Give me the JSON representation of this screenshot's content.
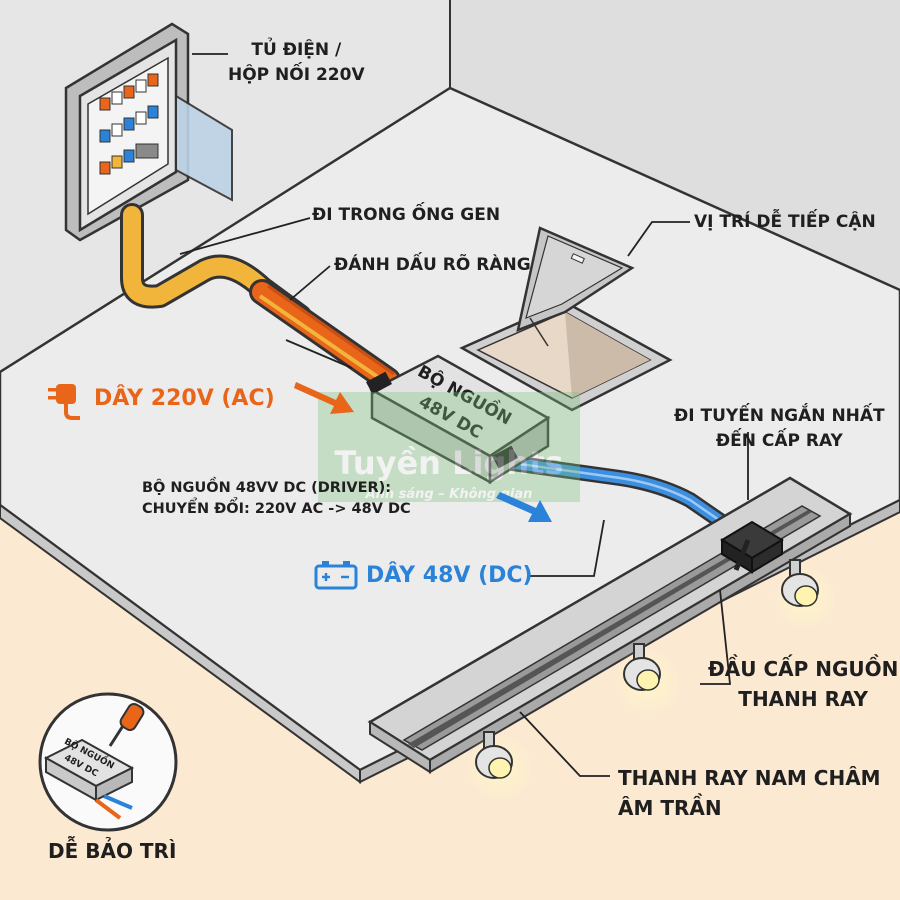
{
  "labels": {
    "panel": [
      "TỦ ĐIỆN /",
      "HỘP NỐI 220V"
    ],
    "conduit": "ĐI TRONG ỐNG GEN",
    "marked": "ĐÁNH DẤU RÕ RÀNG",
    "access": "VỊ TRÍ DỄ TIẾP CẬN",
    "shortest_route": [
      "ĐI TUYẾN NGẮN NHẤT",
      "ĐẾN CẤP RAY"
    ],
    "wire_ac": "DÂY 220V (AC)",
    "driver_desc": [
      "BỘ NGUỒN 48VV DC (DRIVER):",
      "CHUYỂN ĐỔI: 220V AC -> 48V DC"
    ],
    "wire_dc": "DÂY 48V (DC)",
    "feed_head": [
      "ĐẦU CẤP NGUỒN",
      "THANH RAY"
    ],
    "track": [
      "THANH RAY NAM CHÂM",
      "ÂM TRẦN"
    ],
    "maintenance": "DỄ BẢO TRÌ"
  },
  "driver_box": {
    "line1": "BỘ NGUỒN",
    "line2": "48V DC"
  },
  "inset_box": {
    "line1": "BỘ NGUỒN",
    "line2": "48V DC"
  },
  "watermark": {
    "line1": "Tuyền Lights",
    "line2": "Ánh sáng – Không gian"
  },
  "colors": {
    "ac_wire": "#f2b53c",
    "ac_orange": "#e8651a",
    "dc_blue": "#2a83d9",
    "ceiling": "#ececec",
    "wall": "#e3e3e3"
  }
}
